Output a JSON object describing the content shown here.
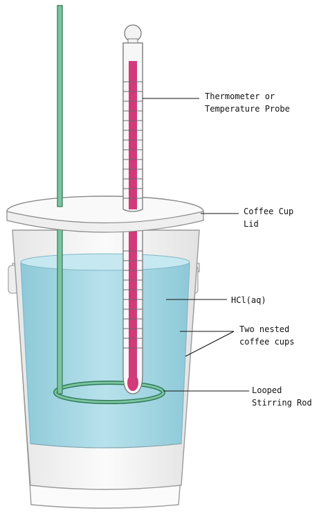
{
  "diagram": {
    "labels": {
      "thermometer_line1": "Thermometer or",
      "thermometer_line2": "Temperature Probe",
      "lid_line1": "Coffee Cup",
      "lid_line2": "Lid",
      "solution": "HCl(aq)",
      "cups_line1": "Two nested",
      "cups_line2": "coffee cups",
      "rod_line1": "Looped",
      "rod_line2": "Stirring Rod"
    },
    "colors": {
      "liquid": "#a9d9e4",
      "liquid_edge": "#7fb8c7",
      "cup_outline": "#9a9a9a",
      "rod": "#5aa882",
      "rod_dark": "#2f7a58",
      "thermometer_fluid": "#d23a7a",
      "glass": "#f6f6f6"
    }
  }
}
